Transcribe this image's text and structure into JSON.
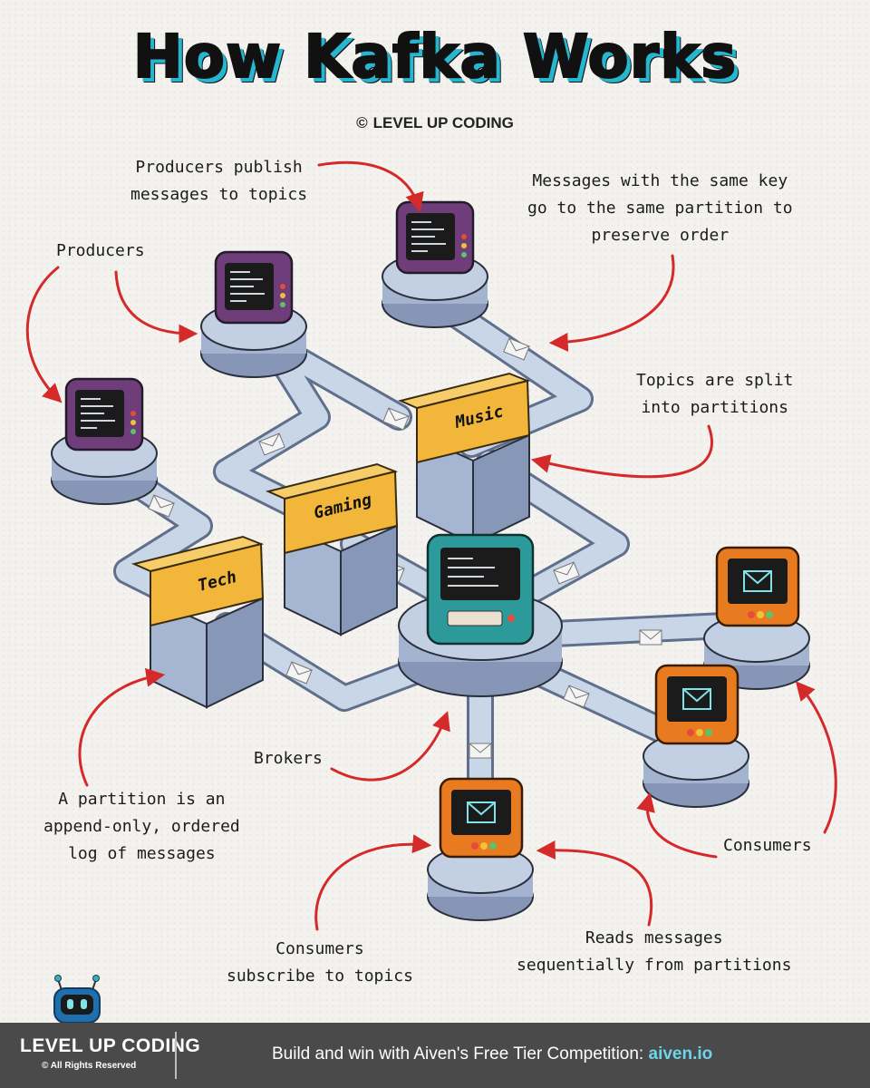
{
  "title": "How Kafka Works",
  "credit": {
    "symbol": "©",
    "text": "LEVEL UP CODING"
  },
  "topics": {
    "music": "Music",
    "gaming": "Gaming",
    "tech": "Tech"
  },
  "annotations": {
    "producers_publish": [
      "Producers publish",
      "messages to topics"
    ],
    "same_key": [
      "Messages with the same key",
      "go to the same partition to",
      "preserve order"
    ],
    "producers": [
      "Producers"
    ],
    "topics_split": [
      "Topics are split",
      "into partitions"
    ],
    "partition_log": [
      "A partition is an",
      "append-only, ordered",
      "log of messages"
    ],
    "brokers": [
      "Brokers"
    ],
    "consumers_right": [
      "Consumers"
    ],
    "consumers_subscribe": [
      "Consumers",
      "subscribe to topics"
    ],
    "reads_messages": [
      "Reads messages",
      "sequentially from partitions"
    ]
  },
  "colors": {
    "producer": "#6e3d7a",
    "broker": "#2c9a9a",
    "consumer": "#e87a1f",
    "topic": "#f2b63a",
    "pipe": "#b7c6dc",
    "arrow": "#d42a2a",
    "accent": "#27b6cf"
  },
  "footer": {
    "brand_name": "LEVEL UP CODING",
    "rights": "© All Rights Reserved",
    "cta_text": "Build and win with Aiven's Free Tier Competition: ",
    "cta_link": "aiven.io"
  }
}
